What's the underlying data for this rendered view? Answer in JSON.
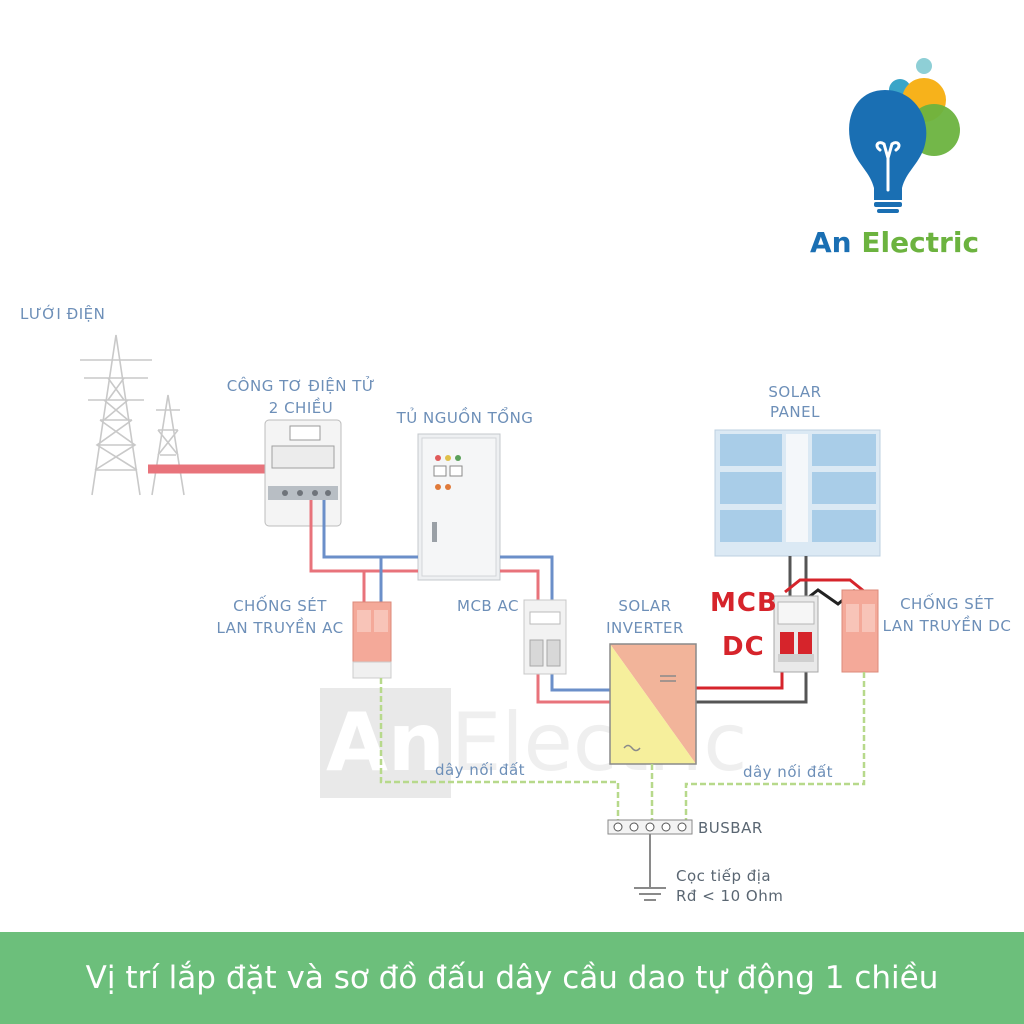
{
  "logo": {
    "brand_part1": "An",
    "brand_part2": "Electric",
    "colors": {
      "blue": "#1a6fb3",
      "green": "#6cb33f",
      "orange": "#f7b21b",
      "teal": "#3aa5c8"
    }
  },
  "labels": {
    "grid": "LƯỚI ĐIỆN",
    "meter_line1": "CÔNG TƠ ĐIỆN TỬ",
    "meter_line2": "2 CHIỀU",
    "main_panel": "TỦ NGUỒN TỔNG",
    "solar_panel_line1": "SOLAR",
    "solar_panel_line2": "PANEL",
    "surge_ac_line1": "CHỐNG SÉT",
    "surge_ac_line2": "LAN TRUYỀN AC",
    "mcb_ac": "MCB AC",
    "inverter_line1": "SOLAR",
    "inverter_line2": "INVERTER",
    "mcb_dc_line1": "MCB",
    "mcb_dc_line2": "DC",
    "surge_dc_line1": "CHỐNG SÉT",
    "surge_dc_line2": "LAN TRUYỀN DC",
    "ground_wire_left": "dây nối đất",
    "ground_wire_right": "dây nối đất",
    "busbar": "BUSBAR",
    "ground_rod_line1": "Cọc tiếp địa",
    "ground_rod_line2": "Rđ < 10 Ohm"
  },
  "watermark": {
    "part1": "An",
    "part2": "Electric"
  },
  "footer": {
    "text": "Vị trí lắp đặt và sơ đồ đấu dây cầu dao tự động 1 chiều",
    "background": "#6cbf7b"
  },
  "wire_colors": {
    "ac_red": "#e8737b",
    "ac_blue": "#6b8fc9",
    "dc_red": "#d6242b",
    "dc_black": "#555555",
    "ground": "#b7d98b"
  }
}
